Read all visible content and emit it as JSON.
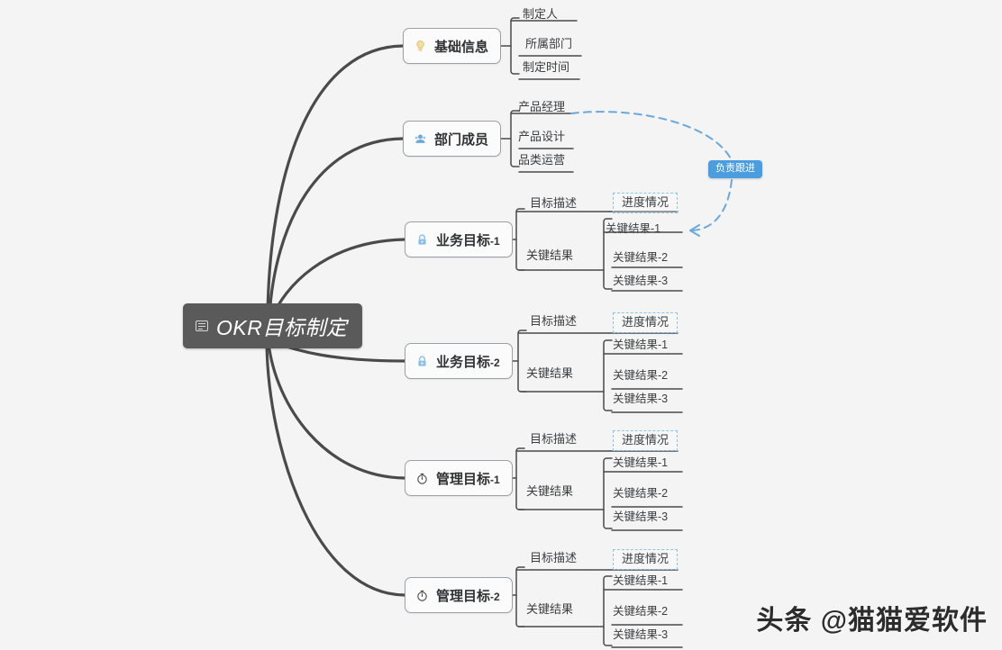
{
  "root": {
    "label": "OKR目标制定",
    "icon": "list-card-icon",
    "bg_color": "#5a5a5a",
    "text_color": "#ffffff"
  },
  "branches": [
    {
      "label": "基础信息",
      "suffix": "",
      "icon": "lightbulb-icon",
      "icon_color": "#e8c86a",
      "children": [
        {
          "label": "制定人"
        },
        {
          "label": "所属部门"
        },
        {
          "label": "制定时间"
        }
      ]
    },
    {
      "label": "部门成员",
      "suffix": "",
      "icon": "people-icon",
      "icon_color": "#5b9bd5",
      "children": [
        {
          "label": "产品经理"
        },
        {
          "label": "产品设计"
        },
        {
          "label": "品类运营"
        }
      ]
    },
    {
      "label": "业务目标",
      "suffix": "-1",
      "icon": "lock-icon",
      "icon_color": "#7cb7e8",
      "children": [
        {
          "label": "目标描述",
          "badge": "进度情况"
        },
        {
          "label": "关键结果",
          "results": [
            "关键结果-1",
            "关键结果-2",
            "关键结果-3"
          ]
        }
      ]
    },
    {
      "label": "业务目标",
      "suffix": "-2",
      "icon": "lock-icon",
      "icon_color": "#7cb7e8",
      "children": [
        {
          "label": "目标描述",
          "badge": "进度情况"
        },
        {
          "label": "关键结果",
          "results": [
            "关键结果-1",
            "关键结果-2",
            "关键结果-3"
          ]
        }
      ]
    },
    {
      "label": "管理目标",
      "suffix": "-1",
      "icon": "stopwatch-icon",
      "icon_color": "#4a4a4a",
      "children": [
        {
          "label": "目标描述",
          "badge": "进度情况"
        },
        {
          "label": "关键结果",
          "results": [
            "关键结果-1",
            "关键结果-2",
            "关键结果-3"
          ]
        }
      ]
    },
    {
      "label": "管理目标",
      "suffix": "-2",
      "icon": "stopwatch-icon",
      "icon_color": "#4a4a4a",
      "children": [
        {
          "label": "目标描述",
          "badge": "进度情况"
        },
        {
          "label": "关键结果",
          "results": [
            "关键结果-1",
            "关键结果-2",
            "关键结果-3"
          ]
        }
      ]
    }
  ],
  "relation": {
    "label": "负责跟进",
    "from": "产品经理",
    "to": "关键结果-1",
    "line_color": "#6aa9dd",
    "badge_color": "#4a9ee0",
    "style": "dashed-arrow"
  },
  "watermark": {
    "text": "头条 @猫猫爱软件"
  },
  "theme": {
    "background": "#f4f4f4",
    "link_color": "#4a4a4a",
    "node_border": "#9aa0a6",
    "node_fill": "#fbfbfb",
    "text_color": "#2f3133"
  }
}
